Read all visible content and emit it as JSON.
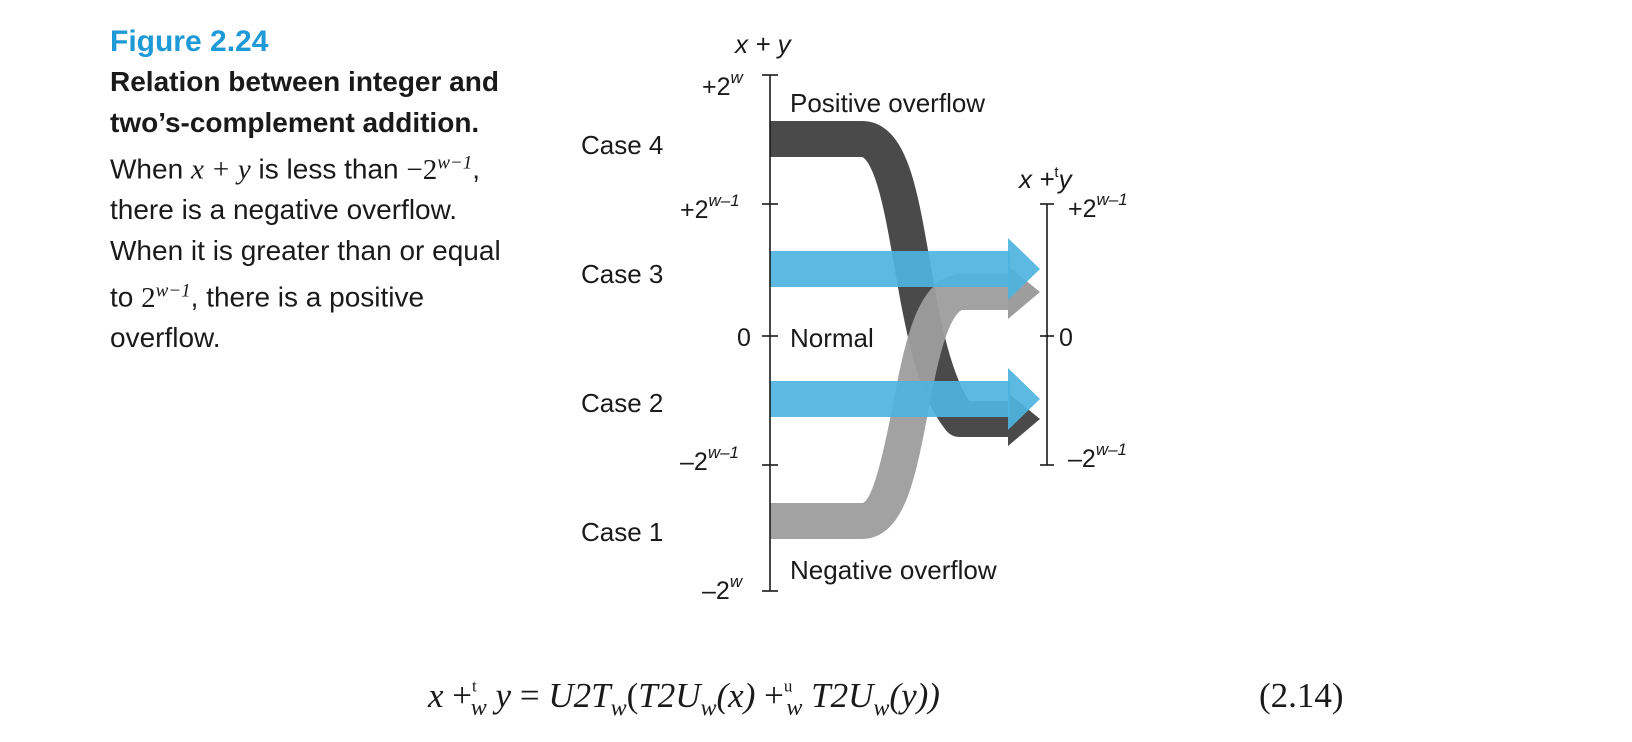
{
  "caption": {
    "figure_label": "Figure 2.24",
    "title": "Relation between integer and two’s-complement addition.",
    "text_1": "When",
    "math_1": "x + y",
    "text_2": "is less than",
    "math_2": "−2",
    "math_2_exp": "w−1",
    "text_3": ", there is a negative overflow. When it is greater than or equal to",
    "math_3": "2",
    "math_3_exp": "w−1",
    "text_4": ", there is a positive overflow."
  },
  "diagram": {
    "left_axis_label": "x + y",
    "right_axis_label": "x +",
    "right_axis_label_sup": "t",
    "right_axis_label_var": "y",
    "left_ticks": [
      {
        "base": "+2",
        "exp": "w"
      },
      {
        "base": "+2",
        "exp": "w–1"
      },
      {
        "base": "0",
        "exp": ""
      },
      {
        "base": "–2",
        "exp": "w–1"
      },
      {
        "base": "–2",
        "exp": "w"
      }
    ],
    "right_ticks": [
      {
        "base": "+2",
        "exp": "w–1"
      },
      {
        "base": "0",
        "exp": ""
      },
      {
        "base": "–2",
        "exp": "w–1"
      }
    ],
    "cases": [
      "Case 4",
      "Case 3",
      "Case 2",
      "Case 1"
    ],
    "region_labels": {
      "positive": "Positive overflow",
      "normal": "Normal",
      "negative": "Negative overflow"
    },
    "colors": {
      "dark": "#4a4a4a",
      "blue": "#4db3e0",
      "gray": "#9d9d9d",
      "accent": "#1f9ad6"
    }
  },
  "equation": {
    "lhs_x": "x",
    "op_plus": "+",
    "op_t": "t",
    "op_sub": "w",
    "lhs_y": "y",
    "eq": "=",
    "u2t": "U2T",
    "u2t_sub": "w",
    "open": "(",
    "t2u_a": "T2U",
    "t2u_a_sub": "w",
    "arg_x": "(x)",
    "op_u_plus": "+",
    "op_u": "u",
    "op_u_sub": "w",
    "t2u_b": "T2U",
    "t2u_b_sub": "w",
    "arg_y": "(y))",
    "number": "(2.14)"
  }
}
